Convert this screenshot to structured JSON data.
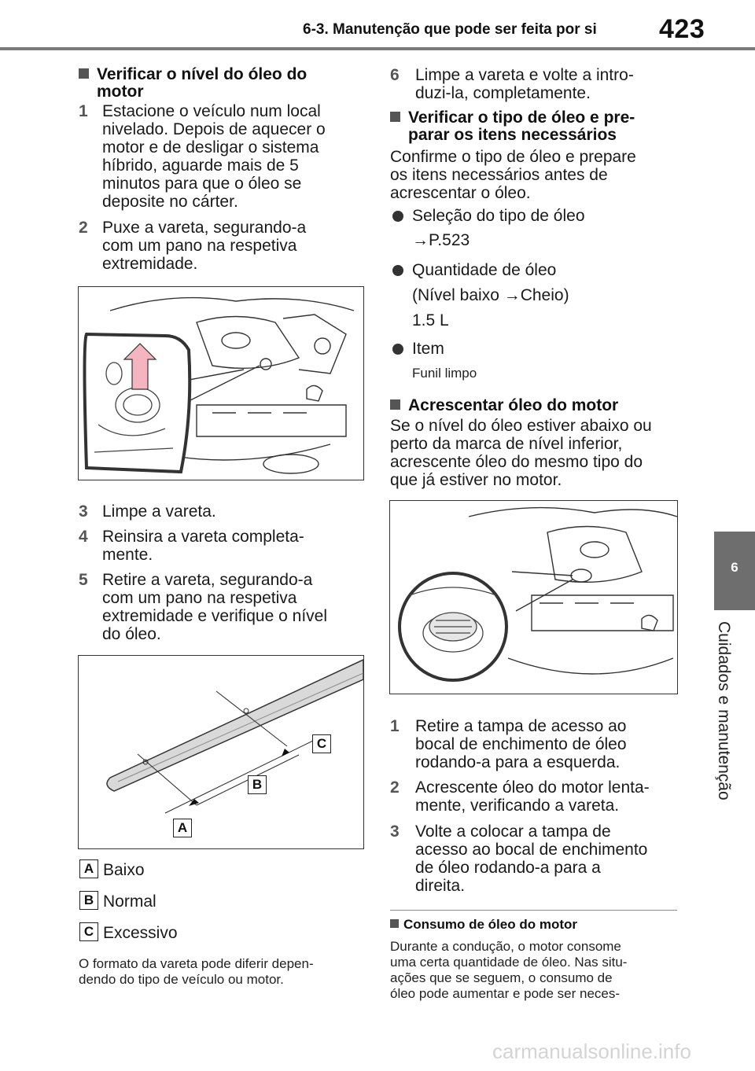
{
  "header": {
    "section": "6-3. Manutenção que pode ser feita por si",
    "page": "423"
  },
  "side_tab": {
    "number": "6",
    "label": "Cuidados e manutenção"
  },
  "left": {
    "heading1": [
      "Verificar o nível do óleo do",
      "motor"
    ],
    "steps": [
      {
        "n": "1",
        "lines": [
          "Estacione o veículo num local",
          "nivelado. Depois de aquecer o",
          "motor e de desligar o sistema",
          "híbrido, aguarde mais de 5",
          "minutos para que o óleo se",
          "deposite no cárter."
        ]
      },
      {
        "n": "2",
        "lines": [
          "Puxe a vareta, segurando-a",
          "com um pano na respetiva",
          "extremidade."
        ]
      },
      {
        "n": "3",
        "lines": [
          "Limpe a vareta."
        ]
      },
      {
        "n": "4",
        "lines": [
          "Reinsira a vareta completa-",
          "mente."
        ]
      },
      {
        "n": "5",
        "lines": [
          "Retire a vareta, segurando-a",
          "com um pano na respetiva",
          "extremidade e verifique o nível",
          "do óleo."
        ]
      }
    ],
    "legend": [
      {
        "key": "A",
        "text": "Baixo"
      },
      {
        "key": "B",
        "text": "Normal"
      },
      {
        "key": "C",
        "text": "Excessivo"
      }
    ],
    "note": [
      "O formato da vareta pode diferir depen-",
      "dendo do tipo de veículo ou motor."
    ],
    "dipstick_labels": [
      "A",
      "B",
      "C"
    ]
  },
  "right": {
    "step6": {
      "n": "6",
      "lines": [
        "Limpe a vareta e volte a intro-",
        "duzi-la, completamente."
      ]
    },
    "heading2": [
      "Verificar o tipo de óleo e pre-",
      "parar os itens necessários"
    ],
    "para1": [
      "Confirme o tipo de óleo e prepare",
      "os itens necessários antes de",
      "acrescentar o óleo."
    ],
    "bullets": [
      {
        "title": "Seleção do tipo de óleo",
        "sub": [
          "→P.523"
        ]
      },
      {
        "title": "Quantidade de óleo",
        "sub": [
          "(Nível baixo →Cheio)",
          "1.5 L"
        ]
      },
      {
        "title": "Item",
        "sub": [
          "Funil limpo"
        ]
      }
    ],
    "heading3": "Acrescentar óleo do motor",
    "para2": [
      "Se o nível do óleo estiver abaixo ou",
      "perto da marca de nível inferior,",
      "acrescente óleo do mesmo tipo do",
      "que já estiver no motor."
    ],
    "steps": [
      {
        "n": "1",
        "lines": [
          "Retire a tampa de acesso ao",
          "bocal de enchimento de óleo",
          "rodando-a para a esquerda."
        ]
      },
      {
        "n": "2",
        "lines": [
          "Acrescente óleo do motor lenta-",
          "mente, verificando a vareta."
        ]
      },
      {
        "n": "3",
        "lines": [
          "Volte a colocar a tampa de",
          "acesso ao bocal de enchimento",
          "de óleo rodando-a para a",
          "direita."
        ]
      }
    ],
    "heading4": "Consumo de óleo do motor",
    "para3": [
      "Durante a condução, o motor consome",
      "uma certa quantidade de óleo. Nas situ-",
      "ações que se seguem, o consumo de",
      "óleo pode aumentar e pode ser neces-"
    ]
  },
  "watermark": "carmanualsonline.info",
  "colors": {
    "side_tab": "#6e6e6e",
    "rule": "#7a7a7a",
    "arrow": "#f4b5c0"
  }
}
